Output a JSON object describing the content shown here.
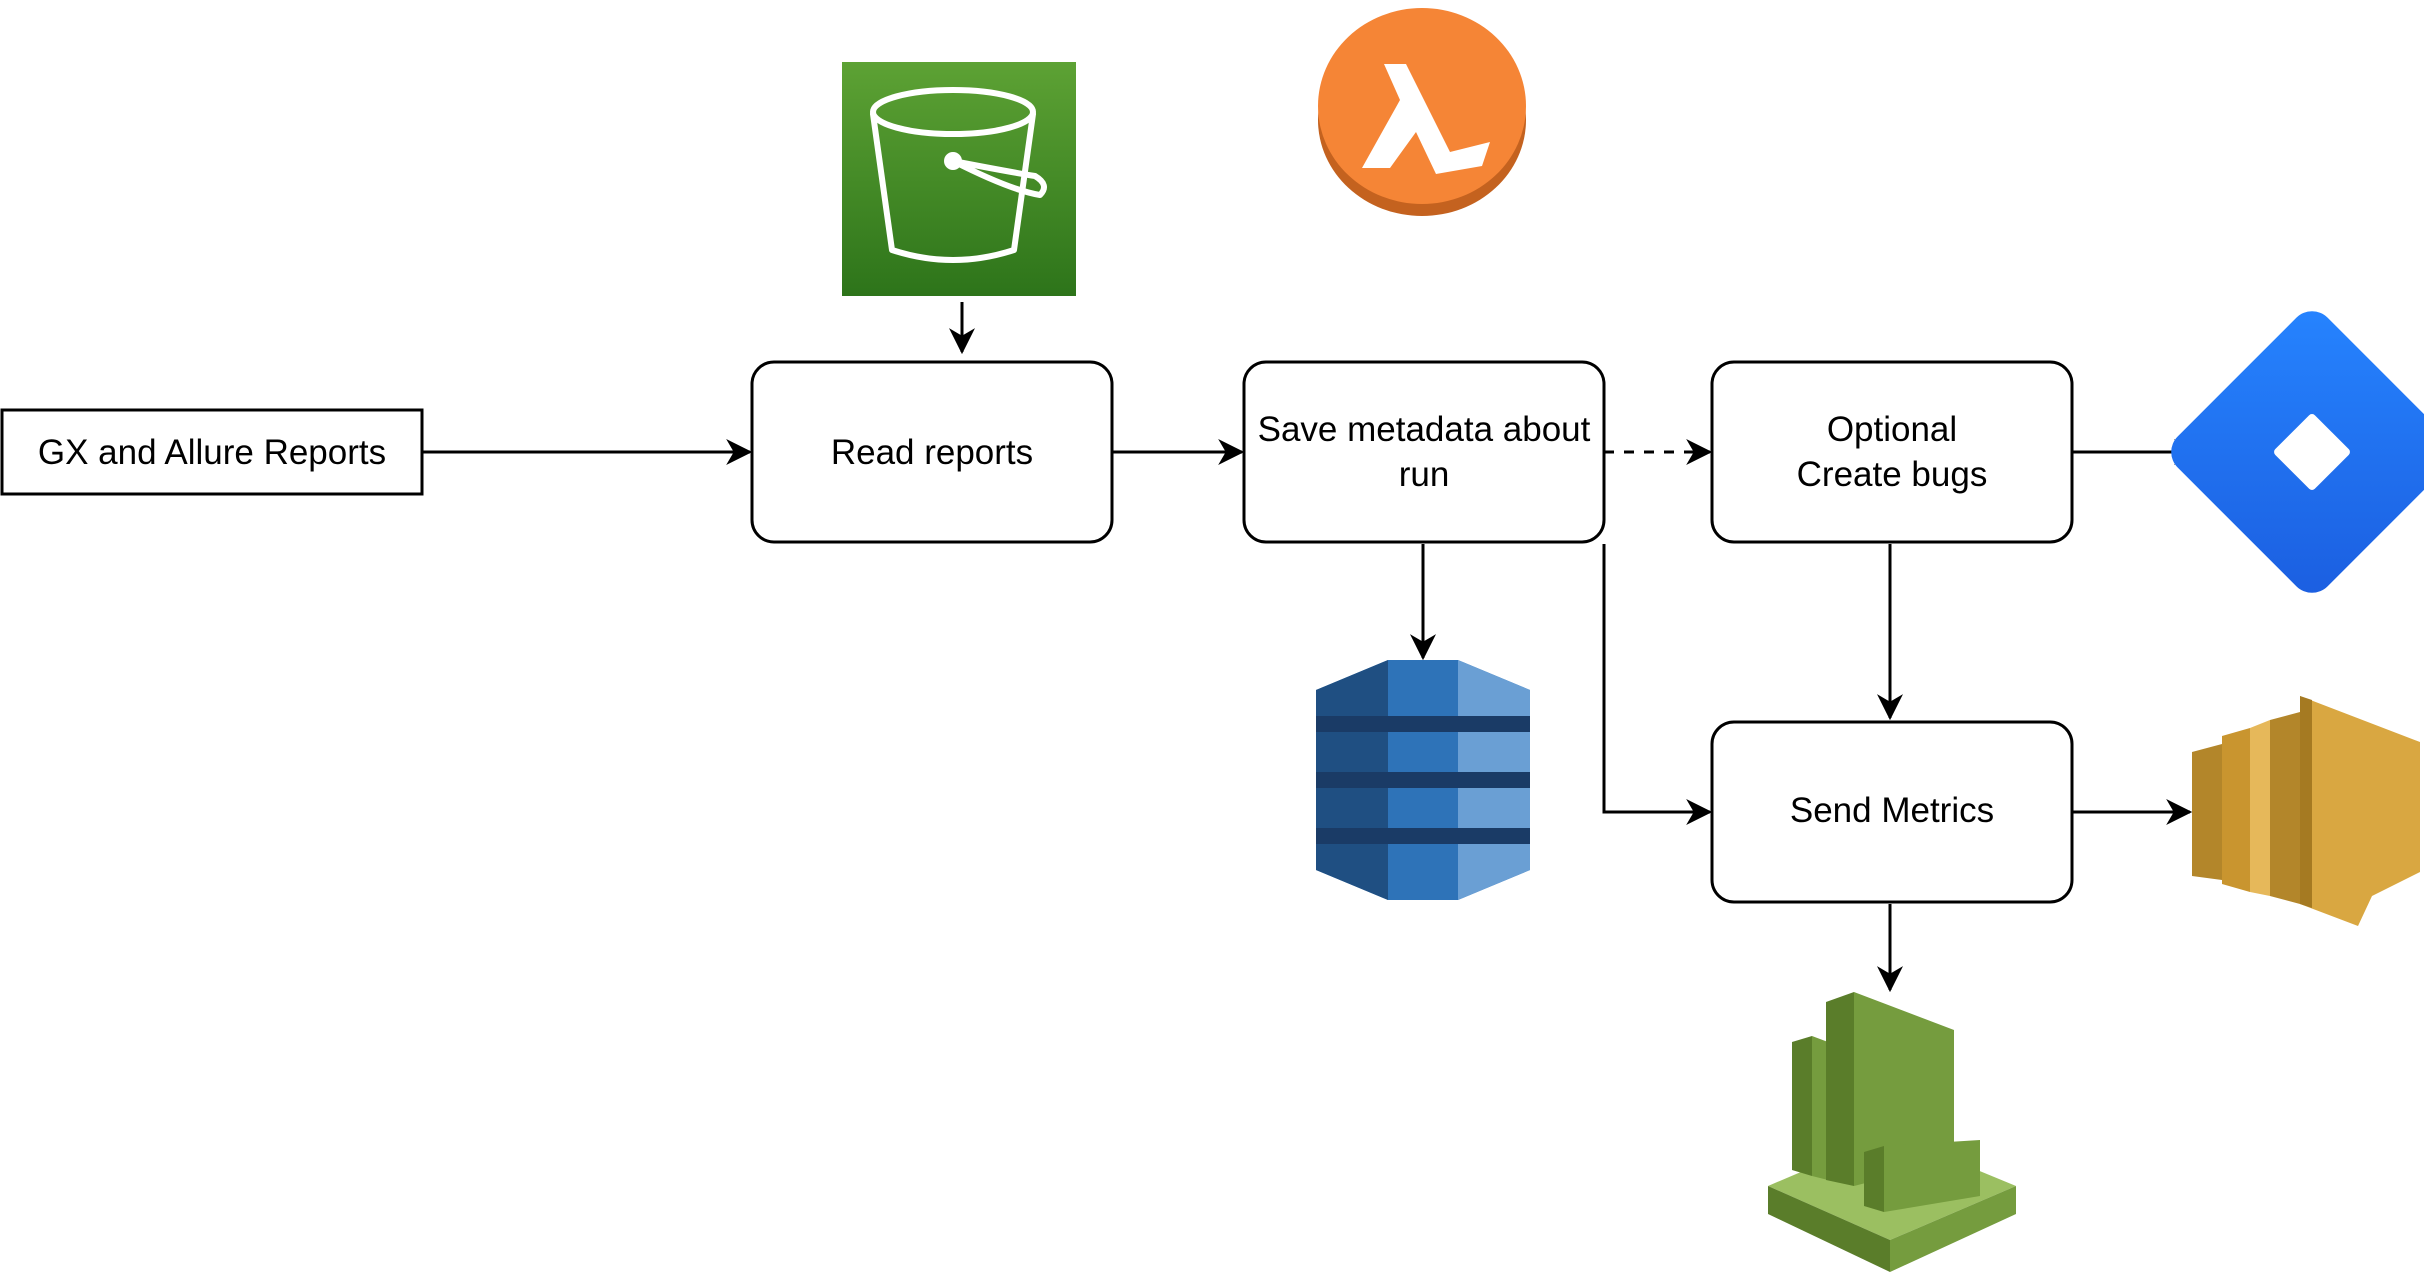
{
  "nodes": {
    "source": {
      "label": "GX and Allure Reports"
    },
    "read": {
      "label": "Read reports"
    },
    "save": {
      "line1": "Save metadata about",
      "line2": "run"
    },
    "bugs": {
      "line1": "Optional",
      "line2": "Create bugs"
    },
    "metrics": {
      "label": "Send Metrics"
    }
  },
  "icons": {
    "s3": "s3-bucket-icon",
    "lambda": "lambda-icon",
    "dynamodb": "dynamodb-icon",
    "jira": "jira-icon",
    "cloudwatch": "cloudwatch-icon",
    "logs": "cloudwatch-logs-icon"
  },
  "colors": {
    "s3": "#3f8624",
    "lambda": "#f58536",
    "dynamodb": "#2e73b8",
    "jira": "#1e6ef2",
    "cloudwatch": "#759c3e",
    "logs": "#d9a741"
  }
}
